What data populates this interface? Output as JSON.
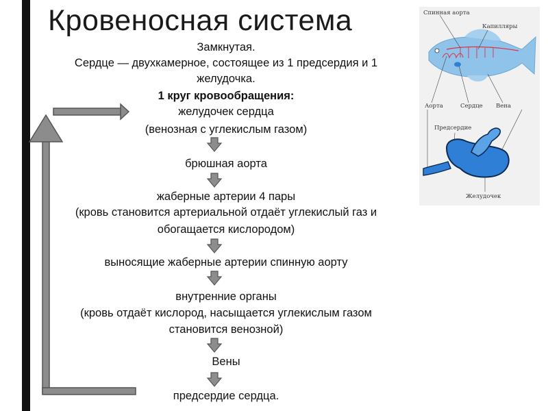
{
  "title": "Кровеносная система",
  "lines": {
    "closed": "Замкнутая.",
    "heart1": "Сердце — двухкамерное, состоящее из 1 предсердия и 1",
    "heart2": "желудочка.",
    "circle": "1 круг кровообращения:",
    "s1a": "желудочек сердца",
    "s1b": "(венозная с углекислым газом)",
    "s2": "брюшная аорта",
    "s3a": "жаберные артерии 4 пары",
    "s3b": "(кровь становится артериальной отдаёт углекислый газ и",
    "s3c": "обогащается кислородом)",
    "s4": "выносящие жаберные артерии спинную аорту",
    "s5a": "внутренние органы",
    "s5b": "(кровь отдаёт кислород, насыщается углекислым газом",
    "s5c": "становится венозной)",
    "s6": "Вены",
    "s7": "предсердие сердца."
  },
  "figure": {
    "labels": {
      "dorsal_aorta": "Спинная аорта",
      "capillaries": "Капилляры",
      "aorta": "Аорта",
      "heart": "Сердце",
      "vein": "Вена",
      "atrium": "Предсердие",
      "ventricle": "Желудочек"
    }
  },
  "colors": {
    "arrow_fill": "#8c8c8c",
    "arrow_stroke": "#555555",
    "fish_blue": "#8fc3ea",
    "heart_blue": "#2f7fd6"
  }
}
